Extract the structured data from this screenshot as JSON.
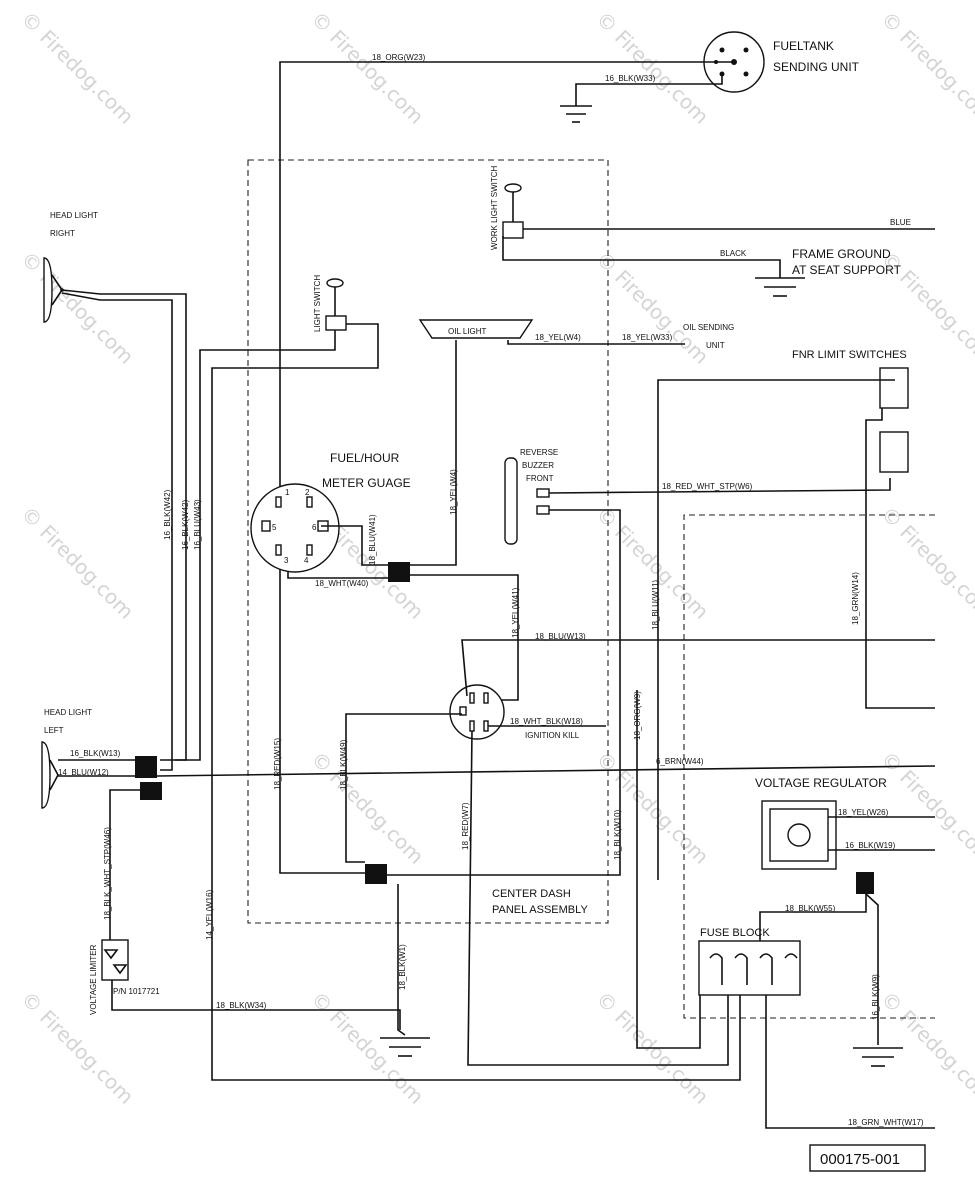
{
  "components": {
    "fueltank_l1": "FUELTANK",
    "fueltank_l2": "SENDING UNIT",
    "headlight_right_l1": "HEAD LIGHT",
    "headlight_right_l2": "RIGHT",
    "headlight_left_l1": "HEAD LIGHT",
    "headlight_left_l2": "LEFT",
    "light_switch": "LIGHT SWITCH",
    "work_light_switch": "WORK LIGHT SWITCH",
    "oil_light": "OIL LIGHT",
    "oil_sending_l1": "OIL SENDING",
    "oil_sending_l2": "UNIT",
    "frame_ground_l1": "FRAME GROUND",
    "frame_ground_l2": "AT SEAT SUPPORT",
    "fnr_limit_switches": "FNR LIMIT SWITCHES",
    "fuel_hour_l1": "FUEL/HOUR",
    "fuel_hour_l2": "METER GUAGE",
    "reverse_l1": "REVERSE",
    "reverse_l2": "BUZZER",
    "reverse_l3": "FRONT",
    "ignition_kill": "IGNITION KILL",
    "voltage_regulator": "VOLTAGE REGULATOR",
    "fuse_block": "FUSE BLOCK",
    "center_dash_l1": "CENTER DASH",
    "center_dash_l2": "PANEL ASSEMBLY",
    "voltage_limiter": "VOLTAGE LIMITER",
    "pn_label": "P/N 1017721",
    "part_number": "000175-001"
  },
  "wires": {
    "w_org23": "18_ORG(W23)",
    "w_blk33_top": "16_BLK(W33)",
    "w_blue": "BLUE",
    "w_black": "BLACK",
    "w_yel4": "18_YEL(W4)",
    "w_yel33": "18_YEL(W33)",
    "w_blk42": "16_BLK(W42)",
    "w_blk42b": "16_BLK(W42)",
    "w_blu43": "16_BLU(W43)",
    "w_yel4v": "18_YEL(W4)",
    "w_blu41": "18_BLU(W41)",
    "w_wht40": "18_WHT(W40)",
    "w_yel41": "18_YEL(W41)",
    "w_red_wht6": "18_RED_WHT_STP(W6)",
    "w_blu11": "18_BLU(W11)",
    "w_grn14": "18_GRN(W14)",
    "w_blu13": "18_BLU(W13)",
    "w_wht_blk18": "18_WHT_BLK(W18)",
    "w_blk13": "16_BLK(W13)",
    "w_blu12": "14_BLU(W12)",
    "w_org9": "18_ORG(W9)",
    "w_brn44": "6_BRN(W44)",
    "w_yel26": "18_YEL(W26)",
    "w_blk19": "16_BLK(W19)",
    "w_red15": "18_RED(W15)",
    "w_blk49": "18_BLK(W49)",
    "w_red7": "18_RED(W7)",
    "w_blk10": "18_BLK(W10)",
    "w_blk_wht46": "18_BLK_WHT_STP(W46)",
    "w_yel16": "14_YEL(W16)",
    "w_blk55": "18_BLK(W55)",
    "w_blk1": "18_BLK(W1)",
    "w_blk34": "18_BLK(W34)",
    "w_blk9": "16_BLK(W9)",
    "w_grn_wht17": "18_GRN_WHT(W17)"
  },
  "gauge_pins": [
    "1",
    "2",
    "3",
    "4",
    "5",
    "6"
  ],
  "watermark": "© Firedog.com"
}
